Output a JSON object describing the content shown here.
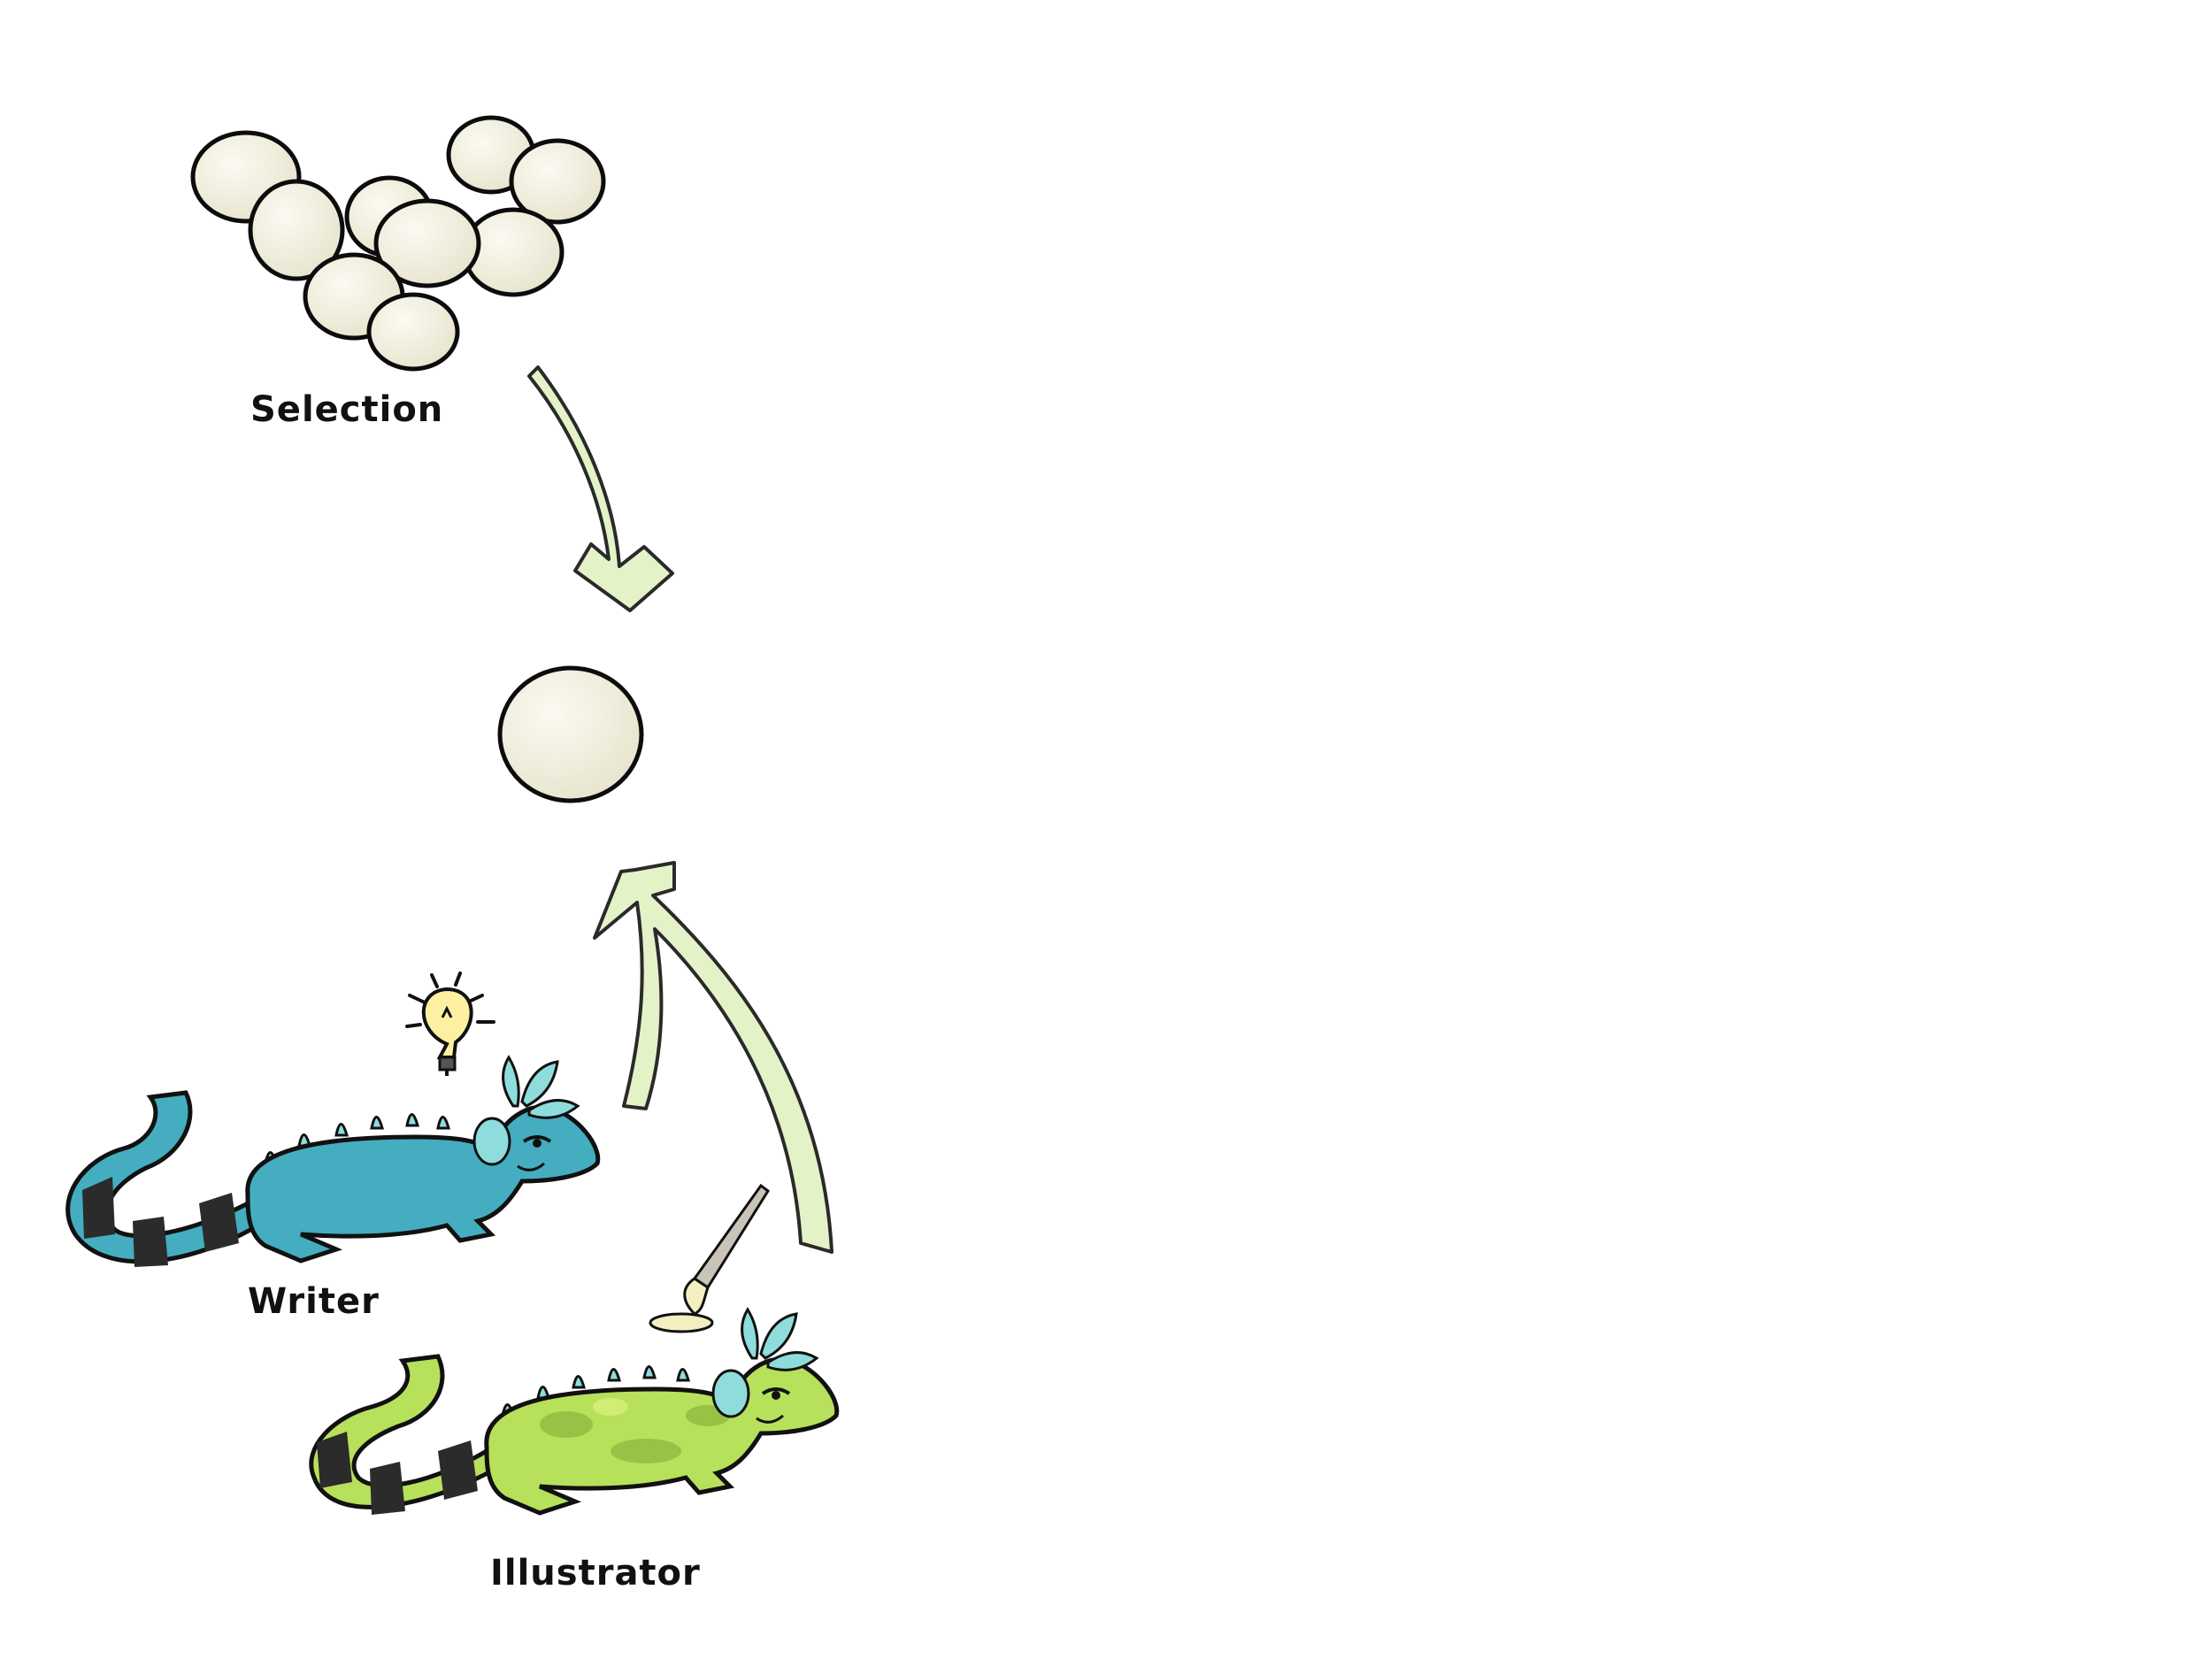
{
  "labels": {
    "selection": "Selection",
    "writer": "Writer",
    "illustrator": "Illustrator"
  },
  "colors": {
    "egg_fill": "#eeecdb",
    "egg_shade": "#f8f7ee",
    "arrow_fill": "#e4f2c8",
    "writer_body": "#44adc0",
    "writer_tail_band": "#2b2b2b",
    "illustrator_body": "#b7e05b",
    "illustrator_spot": "#8bb43c",
    "crest": "#8fdcdc",
    "bulb": "#fdf0a0",
    "paint": "#f4eec3"
  },
  "icons": {
    "idea": "lightbulb-icon",
    "tool": "paintbrush-icon"
  }
}
